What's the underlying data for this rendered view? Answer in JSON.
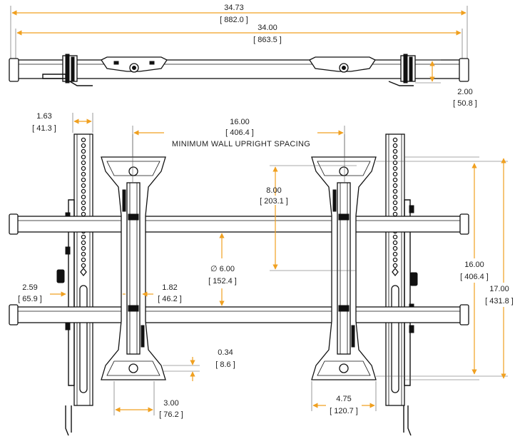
{
  "colors": {
    "line": "#111111",
    "dimension": "#f0a020",
    "text": "#222222",
    "background": "#ffffff"
  },
  "top_view": {
    "overall_width": {
      "inches": "34.73",
      "mm": "[ 882.0 ]"
    },
    "arm_width": {
      "inches": "34.00",
      "mm": "[ 863.5 ]"
    },
    "depth": {
      "inches": "2.00",
      "mm": "[ 50.8 ]"
    }
  },
  "front_view": {
    "caption": "MINIMUM WALL UPRIGHT SPACING",
    "upright_width": {
      "inches": "1.63",
      "mm": "[ 41.3 ]"
    },
    "min_spacing": {
      "inches": "16.00",
      "mm": "[ 406.4 ]"
    },
    "half_height": {
      "inches": "8.00",
      "mm": "[ 203.1 ]"
    },
    "rail_spacing": {
      "inches": "∅ 6.00",
      "mm": "[ 152.4 ]"
    },
    "bracket_offset": {
      "inches": "1.82",
      "mm": "[ 46.2 ]"
    },
    "side_offset": {
      "inches": "2.59",
      "mm": "[ 65.9 ]"
    },
    "mount_height": {
      "inches": "16.00",
      "mm": "[ 406.4 ]"
    },
    "overall_height": {
      "inches": "17.00",
      "mm": "[ 431.8 ]"
    },
    "lip": {
      "inches": "0.34",
      "mm": "[ 8.6 ]"
    },
    "foot_width": {
      "inches": "3.00",
      "mm": "[ 76.2 ]"
    },
    "plate_width": {
      "inches": "4.75",
      "mm": "[ 120.7 ]"
    }
  }
}
